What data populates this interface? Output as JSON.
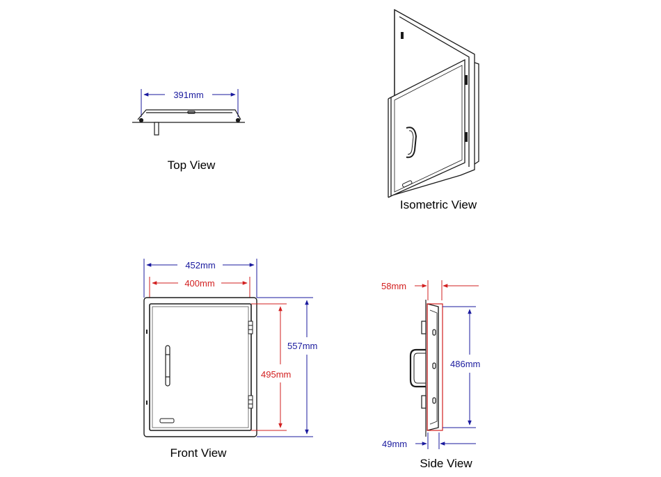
{
  "views": {
    "top": {
      "title": "Top View",
      "width_label": "391mm"
    },
    "isometric": {
      "title": "Isometric View"
    },
    "front": {
      "title": "Front View",
      "outer_width_label": "452mm",
      "inner_width_label": "400mm",
      "outer_height_label": "557mm",
      "inner_height_label": "495mm"
    },
    "side": {
      "title": "Side View",
      "top_depth_label": "58mm",
      "bottom_depth_label": "49mm",
      "height_label": "486mm"
    }
  },
  "colors": {
    "line": "#1a1a1a",
    "dimension_blue": "#1a1a9e",
    "dimension_red": "#d21f1f"
  }
}
